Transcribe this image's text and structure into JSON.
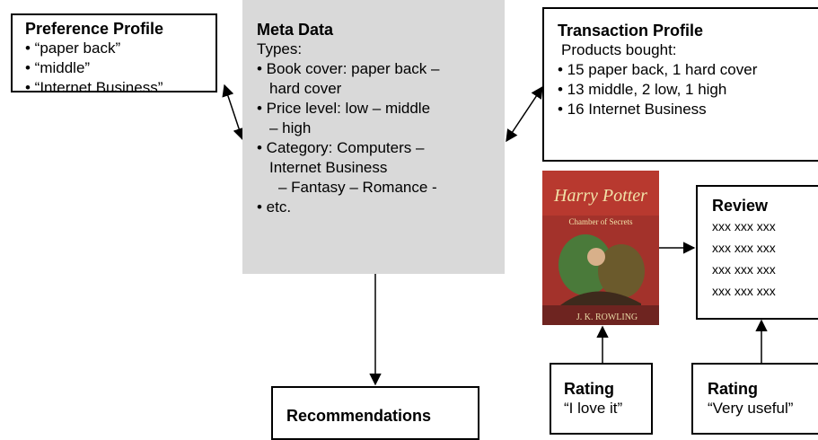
{
  "preference_profile": {
    "title": "Preference Profile",
    "items": [
      "• “paper back”",
      "• “middle”",
      "• “Internet Business”"
    ]
  },
  "meta_data": {
    "title": "Meta Data",
    "subtitle": "Types:",
    "items": [
      "• Book cover: paper back –",
      "hard cover",
      "• Price level: low – middle",
      "– high",
      "• Category: Computers –",
      "Internet Business",
      "– Fantasy – Romance -",
      "• etc."
    ]
  },
  "transaction_profile": {
    "title": "Transaction Profile",
    "subtitle": "Products bought:",
    "items": [
      "• 15 paper back, 1 hard cover",
      "• 13 middle, 2 low, 1 high",
      "• 16 Internet Business"
    ]
  },
  "book": {
    "cover_title": "Harry Potter",
    "cover_subtitle": "Chamber of Secrets",
    "cover_author": "J. K. ROWLING"
  },
  "review": {
    "title": "Review",
    "lines": [
      "xxx xxx xxx",
      "xxx xxx xxx",
      "xxx xxx xxx",
      "xxx xxx xxx"
    ]
  },
  "rating_book": {
    "title": "Rating",
    "text": "“I love it”"
  },
  "rating_review": {
    "title": "Rating",
    "text": "“Very useful”"
  },
  "recommendations": {
    "title": "Recommendations"
  },
  "colors": {
    "meta_fill": "#d9d9d9",
    "book_red": "#a3322b",
    "book_green": "#4a7a3a"
  }
}
